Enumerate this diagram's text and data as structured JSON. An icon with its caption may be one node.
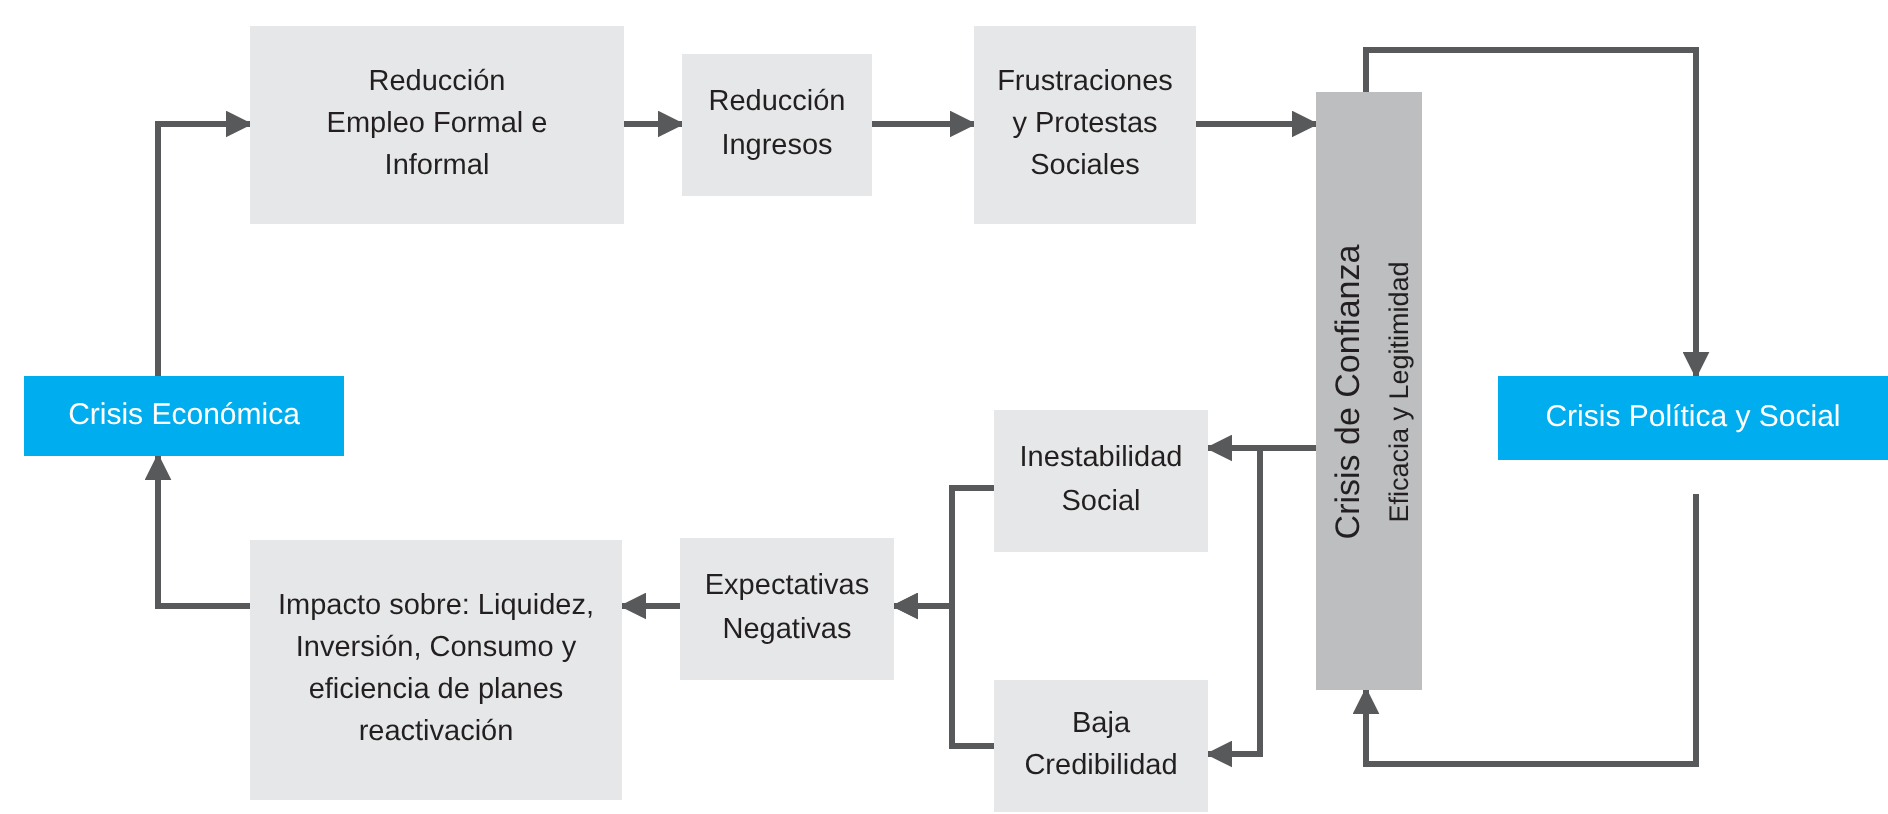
{
  "diagram": {
    "nodes": [
      {
        "text": [
          "Crisis Económica"
        ]
      },
      {
        "text": [
          "Reducción Empleo Formal e Informal"
        ]
      },
      {
        "text": [
          "Reducción Ingresos"
        ]
      },
      {
        "text": [
          "Frustraciones y Protestas Sociales"
        ]
      },
      {
        "text": [
          "Crisis de Confianza",
          "Eficacia y Legitimidad"
        ]
      },
      {
        "text": [
          "Crisis Política y Social"
        ]
      },
      {
        "text": [
          "Inestabilidad Social"
        ]
      },
      {
        "text": [
          "Baja Credibilidad"
        ]
      },
      {
        "text": [
          "Expectativas Negativas"
        ]
      },
      {
        "text": [
          "Impacto sobre: Liquidez, Inversión, Consumo y eficiencia de planes reactivación"
        ]
      }
    ],
    "edges": [
      {
        "from": 0,
        "to": 1,
        "arrow": "to"
      },
      {
        "from": 1,
        "to": 2,
        "arrow": "to"
      },
      {
        "from": 2,
        "to": 3,
        "arrow": "to"
      },
      {
        "from": 3,
        "to": 4,
        "arrow": "to"
      },
      {
        "from": 4,
        "to": 5,
        "arrow": "to"
      },
      {
        "from": 5,
        "to": 4,
        "arrow": "to"
      },
      {
        "from": 4,
        "to": 6,
        "arrow": "to"
      },
      {
        "from": 4,
        "to": 7,
        "arrow": "to"
      },
      {
        "from": 6,
        "to": 8,
        "arrow": "to"
      },
      {
        "from": 7,
        "to": 8,
        "arrow": "to"
      },
      {
        "from": 8,
        "to": 9,
        "arrow": "to"
      },
      {
        "from": 9,
        "to": 0,
        "arrow": "to"
      }
    ]
  }
}
